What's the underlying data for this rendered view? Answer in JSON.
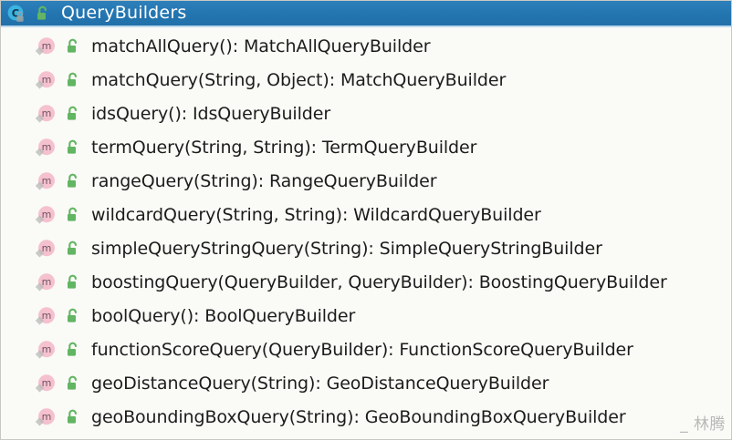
{
  "window": {
    "title": "QueryBuilders",
    "title_bar_color": "#2375b0",
    "title_text_color": "#ffffff",
    "class_icon": "class-icon",
    "lock_icon": "lock-icon",
    "background_color": "#fafaf7"
  },
  "list": {
    "method_icon": "method-icon",
    "visibility_icon": "public-unlocked-padlock-icon",
    "items": [
      {
        "label": "matchAllQuery(): MatchAllQueryBuilder"
      },
      {
        "label": "matchQuery(String, Object): MatchQueryBuilder"
      },
      {
        "label": "idsQuery(): IdsQueryBuilder"
      },
      {
        "label": "termQuery(String, String): TermQueryBuilder"
      },
      {
        "label": "rangeQuery(String): RangeQueryBuilder"
      },
      {
        "label": "wildcardQuery(String, String): WildcardQueryBuilder"
      },
      {
        "label": "simpleQueryStringQuery(String): SimpleQueryStringBuilder"
      },
      {
        "label": "boostingQuery(QueryBuilder, QueryBuilder): BoostingQueryBuilder"
      },
      {
        "label": "boolQuery(): BoolQueryBuilder"
      },
      {
        "label": "functionScoreQuery(QueryBuilder): FunctionScoreQueryBuilder"
      },
      {
        "label": "geoDistanceQuery(String): GeoDistanceQueryBuilder"
      },
      {
        "label": "geoBoundingBoxQuery(String): GeoBoundingBoxQueryBuilder"
      }
    ]
  },
  "watermark": {
    "text": "_ 林腾"
  }
}
